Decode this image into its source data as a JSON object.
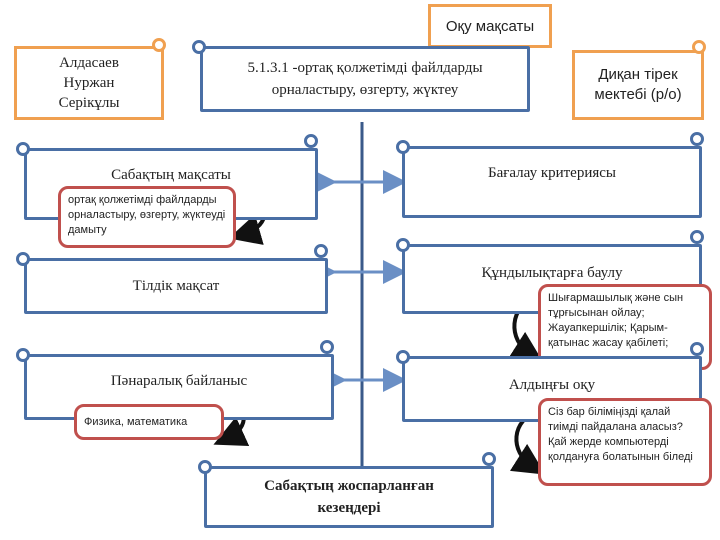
{
  "header": {
    "goal_tag": "Оқу мақсаты",
    "objective": "5.1.3.1 -ортақ қолжетімді файлдарды орналастыру, өзгерту, жүктеу"
  },
  "author": {
    "line1": "Алдасаев",
    "line2": "Нуржан",
    "line3": "Серікұлы"
  },
  "school": {
    "line1": "Диқан тірек",
    "line2": "мектебі (р/о)"
  },
  "left": {
    "lesson_goal": "Сабақтың мақсаты",
    "lesson_goal_note": "ортақ қолжетімді файлдарды орналастыру, өзгерту, жүктеуді дамыту",
    "language_goal": "Тілдік мақсат",
    "cross_link": "Пәнаралық байланыс",
    "cross_link_note": "Физика, математика"
  },
  "right": {
    "criteria": "Бағалау критериясы",
    "values": "Құндылықтарға баулу",
    "values_note": "Шығармашылық және сын тұрғысынан ойлау; Жауапкершілік; Қарым-қатынас жасау қабілеті;",
    "prior": "Алдыңғы оқу",
    "prior_note": "Сіз бар біліміңізді қалай тиімді пайдалана аласыз? Қай жерде компьютерді қолдануға болатынын біледі"
  },
  "footer": {
    "planned_stages": "Сабақтың жоспарланған кезеңдері"
  }
}
